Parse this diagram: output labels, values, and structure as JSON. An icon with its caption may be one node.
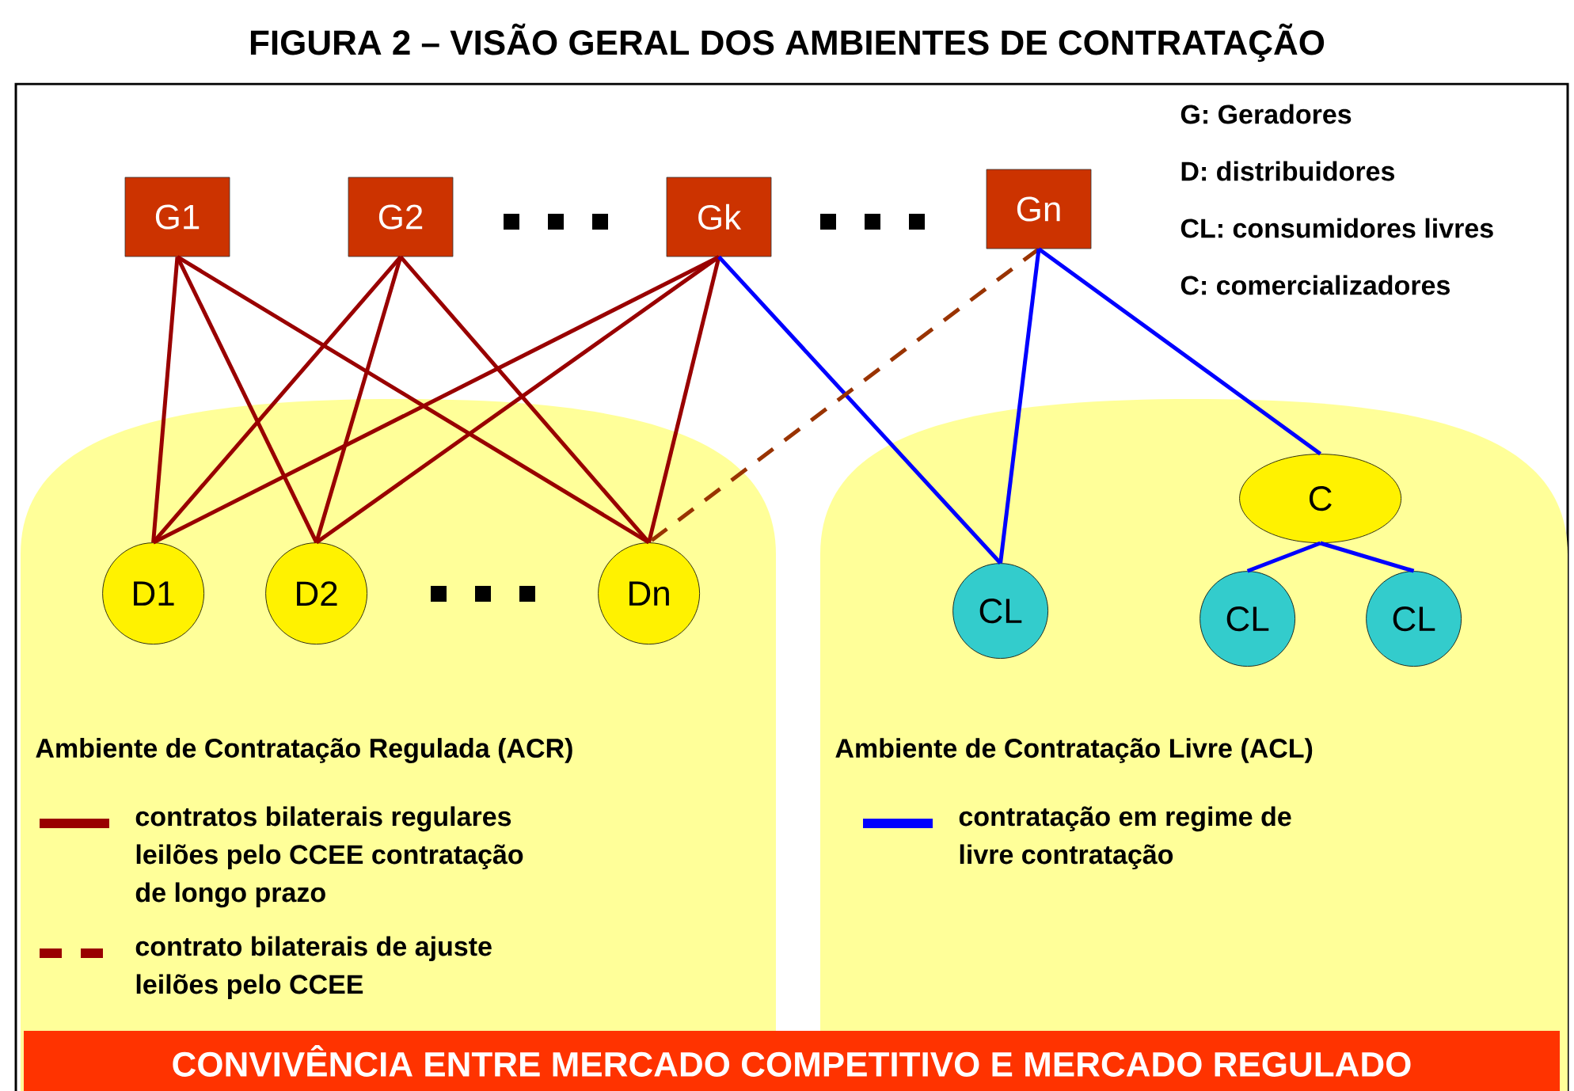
{
  "diagram": {
    "title": "FIGURA 2 – VISÃO GERAL DOS AMBIENTES DE CONTRATAÇÃO",
    "nodes": [
      {
        "text": [
          "Ambiente de Contratação Regulada (ACR)"
        ]
      },
      {
        "text": [
          "Ambiente de Contratação Livre (ACL)"
        ]
      },
      {
        "text": [
          "G1"
        ]
      },
      {
        "text": [
          "G2"
        ]
      },
      {
        "text": [
          "Gk"
        ]
      },
      {
        "text": [
          "Gn"
        ]
      },
      {
        "text": [
          "D1"
        ],
        "in": 0
      },
      {
        "text": [
          "D2"
        ],
        "in": 0
      },
      {
        "text": [
          "Dn"
        ],
        "in": 0
      },
      {
        "text": [
          "CL"
        ],
        "in": 1
      },
      {
        "text": [
          "C"
        ],
        "in": 1
      },
      {
        "text": [
          "CL"
        ],
        "in": 1
      },
      {
        "text": [
          "CL"
        ],
        "in": 1
      },
      {
        "text": [
          "CONVIVÊNCIA ENTRE MERCADO COMPETITIVO E MERCADO REGULADO"
        ]
      }
    ],
    "edges": [
      {
        "from": 2,
        "to": 6,
        "arrow": "none"
      },
      {
        "from": 2,
        "to": 7,
        "arrow": "none"
      },
      {
        "from": 2,
        "to": 8,
        "arrow": "none"
      },
      {
        "from": 3,
        "to": 6,
        "arrow": "none"
      },
      {
        "from": 3,
        "to": 7,
        "arrow": "none"
      },
      {
        "from": 3,
        "to": 8,
        "arrow": "none"
      },
      {
        "from": 4,
        "to": 6,
        "arrow": "none"
      },
      {
        "from": 4,
        "to": 7,
        "arrow": "none"
      },
      {
        "from": 4,
        "to": 8,
        "arrow": "none"
      },
      {
        "from": 4,
        "to": 9,
        "arrow": "none",
        "color": "#0000ff"
      },
      {
        "from": 5,
        "to": 8,
        "arrow": "none",
        "style": "dashed",
        "color": "#993300"
      },
      {
        "from": 5,
        "to": 9,
        "arrow": "none",
        "color": "#0000ff"
      },
      {
        "from": 5,
        "to": 10,
        "arrow": "none",
        "color": "#0000ff"
      },
      {
        "from": 10,
        "to": 11,
        "arrow": "none",
        "color": "#0000ff"
      },
      {
        "from": 10,
        "to": 12,
        "arrow": "none",
        "color": "#0000ff"
      }
    ],
    "labels": [
      "G: Geradores",
      "D: distribuidores",
      "CL: consumidores livres",
      "C: comercializadores"
    ],
    "legend": [
      {
        "text": "contratos bilaterais regulares leilões pelo CCEE contratação de longo prazo"
      },
      {
        "text": "contrato bilaterais de ajuste leilões pelo CCEE"
      },
      {
        "text": "contratação em regime de livre contratação"
      }
    ]
  }
}
